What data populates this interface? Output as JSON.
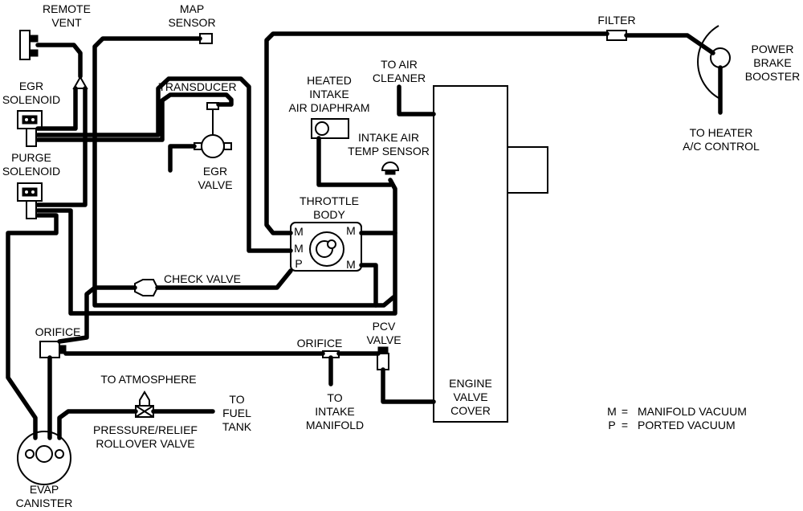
{
  "labels": {
    "remote_vent": [
      "REMOTE",
      "VENT"
    ],
    "map_sensor": [
      "MAP",
      "SENSOR"
    ],
    "filter": "FILTER",
    "power_brake_booster": [
      "POWER",
      "BRAKE",
      "BOOSTER"
    ],
    "egr_solenoid": [
      "EGR",
      "SOLENOID"
    ],
    "transducer": "TRANSDUCER",
    "to_air_cleaner": [
      "TO AIR",
      "CLEANER"
    ],
    "heated_intake_air_diaphram": [
      "HEATED",
      "INTAKE",
      "AIR DIAPHRAM"
    ],
    "intake_air_temp_sensor": [
      "INTAKE AIR",
      "TEMP SENSOR"
    ],
    "to_heater_ac_control": [
      "TO HEATER",
      "A/C CONTROL"
    ],
    "egr_valve": [
      "EGR",
      "VALVE"
    ],
    "purge_solenoid": [
      "PURGE",
      "SOLENOID"
    ],
    "throttle_body": [
      "THROTTLE",
      "BODY"
    ],
    "check_valve": "CHECK VALVE",
    "orifice_left": "ORIFICE",
    "orifice_mid": "ORIFICE",
    "pcv_valve": [
      "PCV",
      "VALVE"
    ],
    "to_atmosphere": "TO ATMOSPHERE",
    "to_fuel_tank": [
      "TO",
      "FUEL",
      "TANK"
    ],
    "to_intake_manifold": [
      "TO",
      "INTAKE",
      "MANIFOLD"
    ],
    "engine_valve_cover": [
      "ENGINE",
      "VALVE",
      "COVER"
    ],
    "pressure_relief_rollover_valve": [
      "PRESSURE/RELIEF",
      "ROLLOVER VALVE"
    ],
    "evap_canister": [
      "EVAP",
      "CANISTER"
    ]
  },
  "port_letters": {
    "left": [
      "M",
      "M",
      "P"
    ],
    "right": [
      "M",
      "M"
    ]
  },
  "legend": [
    {
      "key": "M",
      "value": "MANIFOLD VACUUM"
    },
    {
      "key": "P",
      "value": "PORTED VACUUM"
    }
  ]
}
